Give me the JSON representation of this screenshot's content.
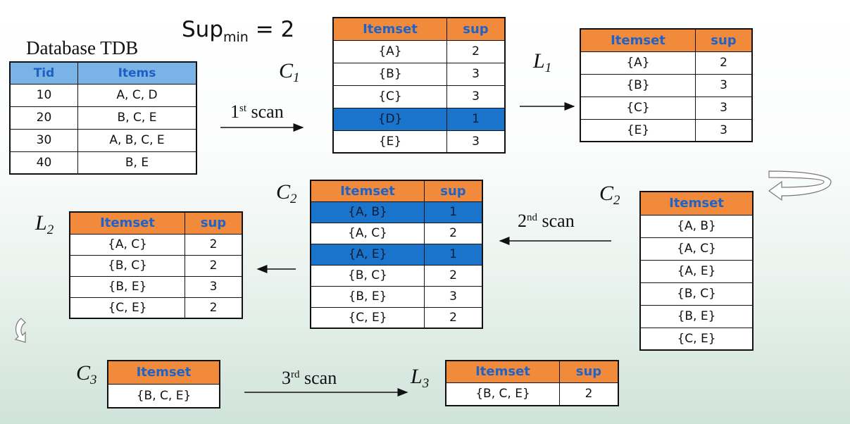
{
  "support_min": {
    "base": "Sup",
    "sub": "min",
    "rest": " = 2"
  },
  "database": {
    "title": "Database TDB",
    "headers": [
      "Tid",
      "Items"
    ],
    "rows": [
      [
        "10",
        "A, C, D"
      ],
      [
        "20",
        "B, C, E"
      ],
      [
        "30",
        "A, B, C, E"
      ],
      [
        "40",
        "B, E"
      ]
    ]
  },
  "labels": {
    "c1": {
      "main": "C",
      "sub": "1"
    },
    "l1": {
      "main": "L",
      "sub": "1"
    },
    "c2_left": {
      "main": "C",
      "sub": "2"
    },
    "c2_right": {
      "main": "C",
      "sub": "2"
    },
    "l2": {
      "main": "L",
      "sub": "2"
    },
    "c3": {
      "main": "C",
      "sub": "3"
    },
    "l3": {
      "main": "L",
      "sub": "3"
    }
  },
  "scans": {
    "first": {
      "num": "1",
      "suffix": "st",
      "word": " scan"
    },
    "second": {
      "num": "2",
      "suffix": "nd",
      "word": " scan"
    },
    "third": {
      "num": "3",
      "suffix": "rd",
      "word": " scan"
    }
  },
  "headers": {
    "itemset": "Itemset",
    "sup": "sup"
  },
  "c1_table": {
    "rows": [
      [
        "{A}",
        "2"
      ],
      [
        "{B}",
        "3"
      ],
      [
        "{C}",
        "3"
      ],
      [
        "{D}",
        "1"
      ],
      [
        "{E}",
        "3"
      ]
    ],
    "highlighted": [
      3
    ]
  },
  "l1_table": {
    "rows": [
      [
        "{A}",
        "2"
      ],
      [
        "{B}",
        "3"
      ],
      [
        "{C}",
        "3"
      ],
      [
        "{E}",
        "3"
      ]
    ]
  },
  "c2_candidates": {
    "rows": [
      "{A, B}",
      "{A, C}",
      "{A, E}",
      "{B, C}",
      "{B, E}",
      "{C, E}"
    ]
  },
  "c2_counted": {
    "rows": [
      [
        "{A, B}",
        "1"
      ],
      [
        "{A, C}",
        "2"
      ],
      [
        "{A, E}",
        "1"
      ],
      [
        "{B, C}",
        "2"
      ],
      [
        "{B, E}",
        "3"
      ],
      [
        "{C, E}",
        "2"
      ]
    ],
    "highlighted": [
      0,
      2
    ]
  },
  "l2_table": {
    "rows": [
      [
        "{A, C}",
        "2"
      ],
      [
        "{B, C}",
        "2"
      ],
      [
        "{B, E}",
        "3"
      ],
      [
        "{C, E}",
        "2"
      ]
    ]
  },
  "c3_table": {
    "rows": [
      "{B, C, E}"
    ]
  },
  "l3_table": {
    "rows": [
      [
        "{B, C, E}",
        "2"
      ]
    ]
  },
  "colors": {
    "header_orange": "#f28a3c",
    "header_blue": "#7ab3e6",
    "header_text": "#1e63c7",
    "highlight": "#1a74cc"
  }
}
